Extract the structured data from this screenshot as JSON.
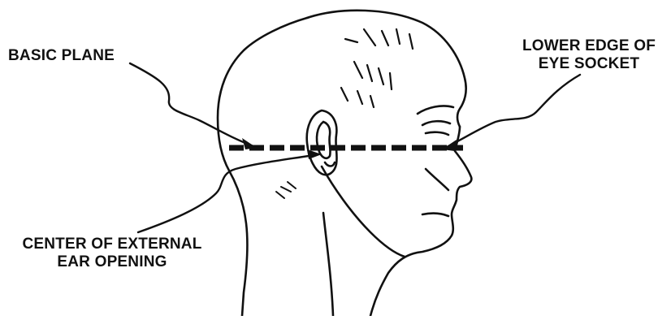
{
  "diagram": {
    "labels": {
      "basic_plane": "BASIC PLANE",
      "eye_socket_line1": "LOWER EDGE OF",
      "eye_socket_line2": "EYE SOCKET",
      "ear_opening_line1": "CENTER OF EXTERNAL",
      "ear_opening_line2": "EAR OPENING"
    },
    "colors": {
      "ink": "#111111",
      "background": "#ffffff"
    }
  }
}
